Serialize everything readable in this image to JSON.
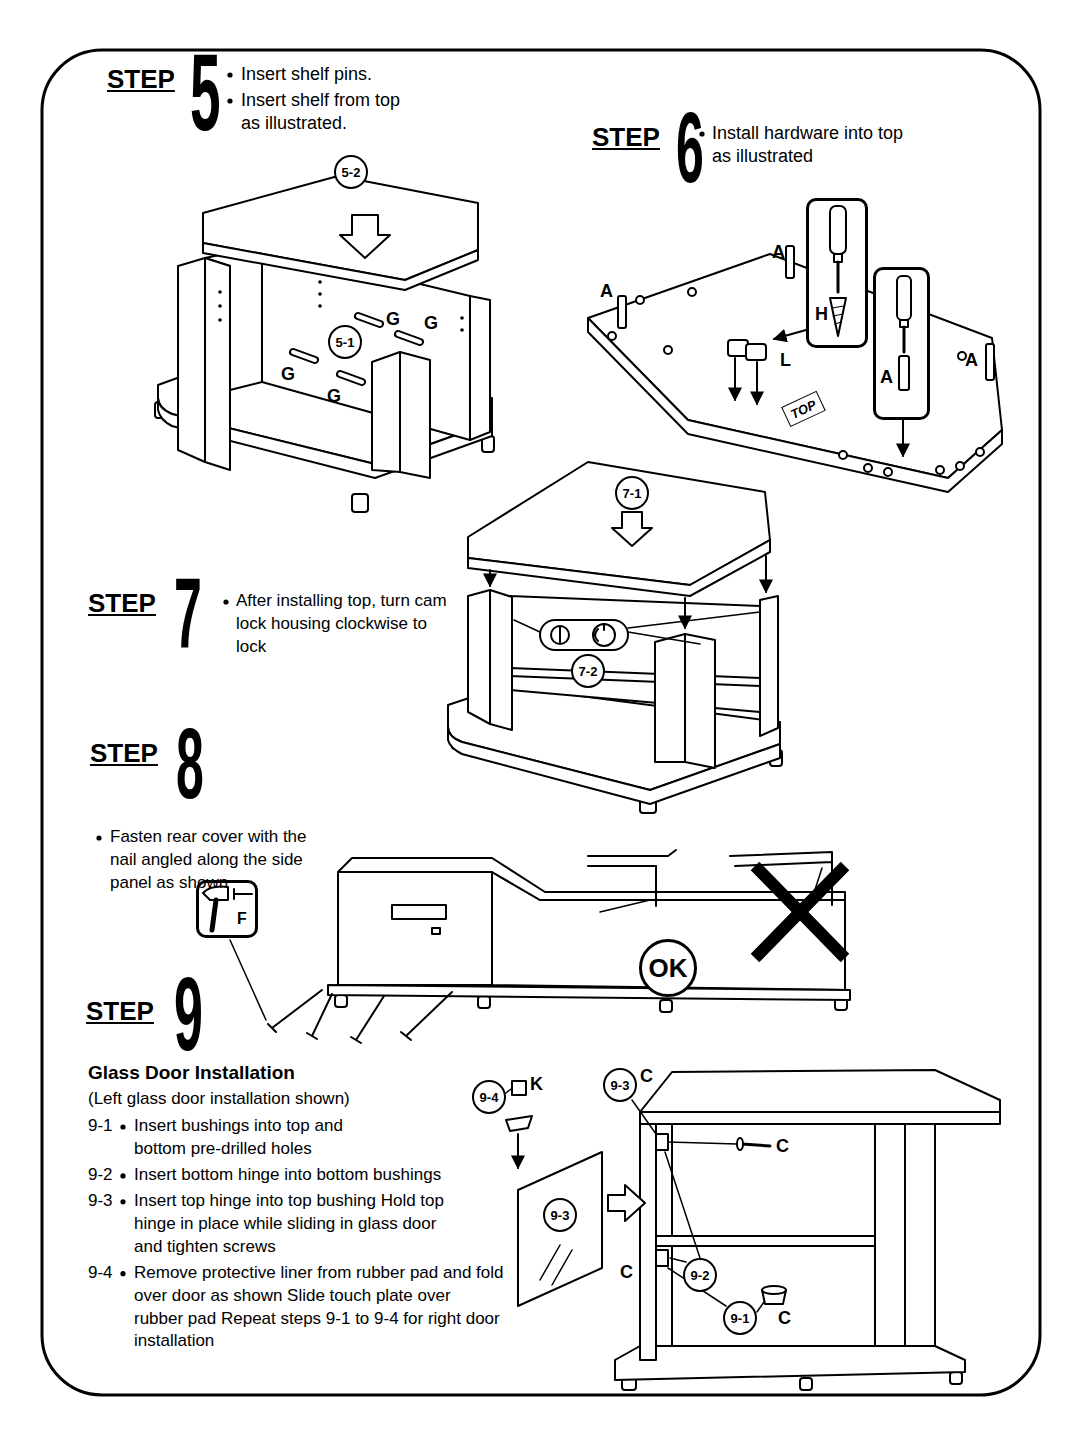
{
  "diagram": {
    "nodes": [
      {
        "text": [
          "5-2"
        ]
      },
      {
        "text": [
          "5-1"
        ]
      },
      {
        "text": [
          "H"
        ]
      },
      {
        "text": [
          "A"
        ]
      },
      {
        "text": [
          "TOP"
        ]
      },
      {
        "text": [
          "7-1"
        ]
      },
      {
        "text": [
          "7-2"
        ]
      },
      {
        "text": [
          "F"
        ]
      },
      {
        "text": [
          "OK"
        ]
      },
      {
        "text": [
          "9-4"
        ]
      },
      {
        "text": [
          "9-3"
        ]
      },
      {
        "text": [
          "9-3"
        ]
      },
      {
        "text": [
          "9-2"
        ]
      },
      {
        "text": [
          "9-1"
        ]
      }
    ],
    "labels": [
      "STEP",
      "5",
      "Insert shelf pins.",
      "Insert shelf from top as illustrated.",
      "G",
      "G",
      "G",
      "G",
      "STEP",
      "6",
      "Install hardware into top as illustrated",
      "A",
      "A",
      "A",
      "L",
      "STEP",
      "7",
      "After installing top, turn cam lock housing clockwise to lock",
      "STEP",
      "8",
      "Fasten rear cover with the nail angled along the side panel as shown",
      "STEP",
      "9",
      "Glass Door Installation",
      "(Left glass door installation shown)",
      "9-1",
      "Insert bushings into top and bottom pre-drilled holes",
      "9-2",
      "Insert bottom hinge into bottom bushings",
      "9-3",
      "Insert top hinge into top bushing Hold top hinge in place while sliding in glass door and tighten screws",
      "9-4",
      "Remove protective liner from rubber pad and fold over door as shown Slide touch plate over rubber pad Repeat steps 9-1 to 9-4 for right door installation",
      "K",
      "C",
      "C",
      "C",
      "C"
    ]
  }
}
